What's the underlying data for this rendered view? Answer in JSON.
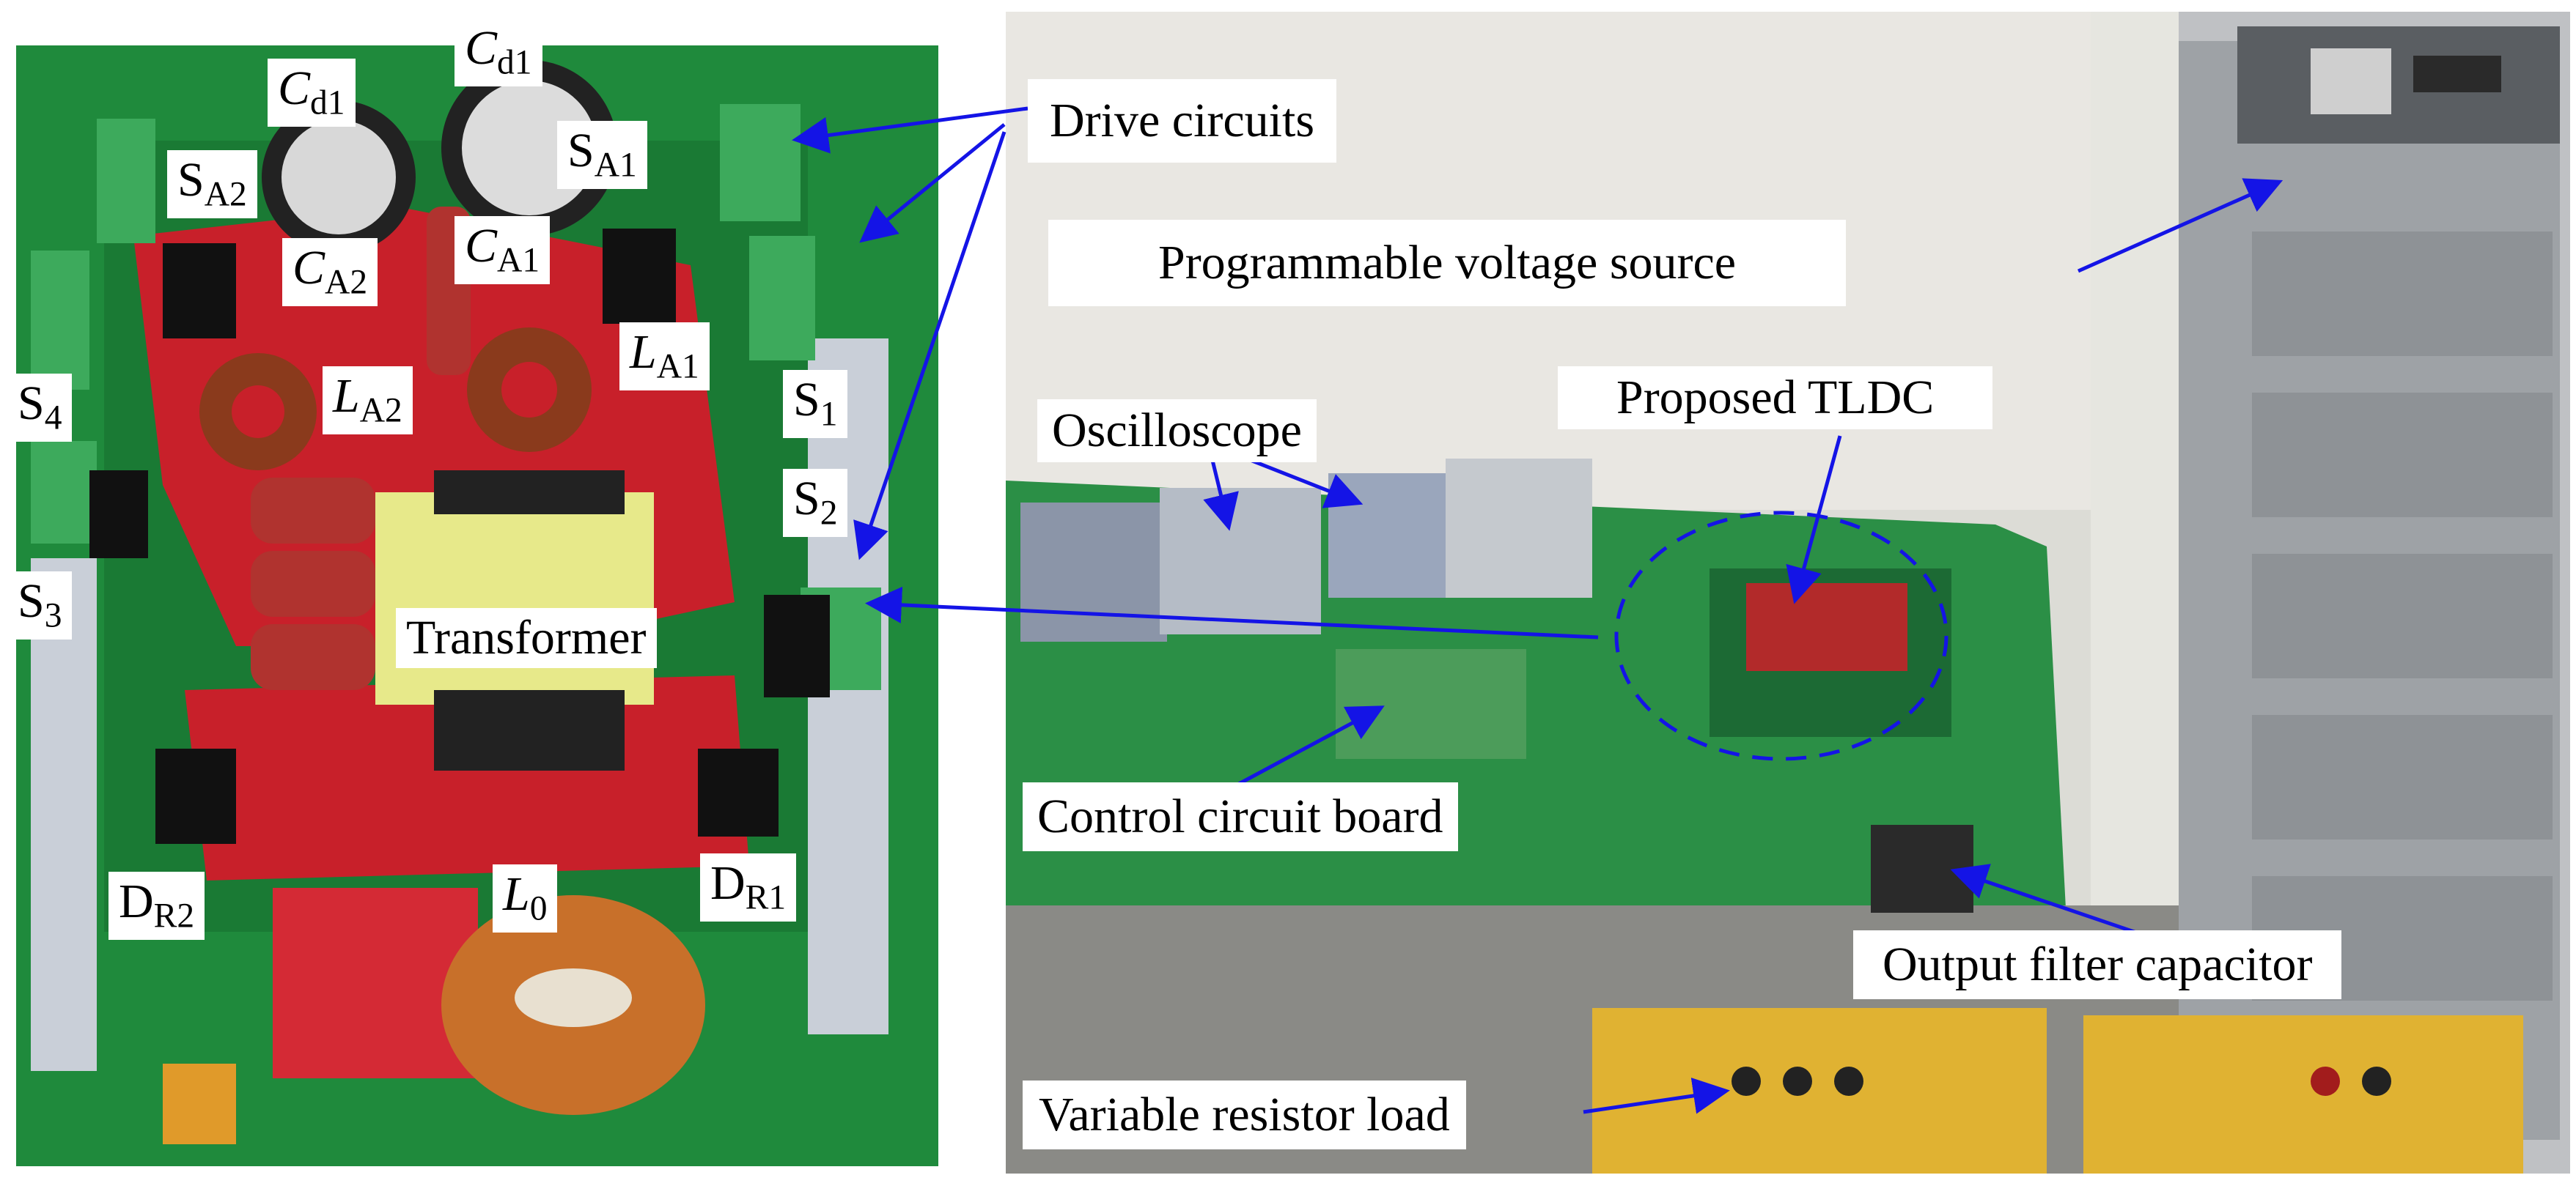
{
  "labels": {
    "cd1_left": {
      "main": "C",
      "sub": "d1"
    },
    "cd1_top": {
      "main": "C",
      "sub": "d1"
    },
    "sa1": {
      "main": "S",
      "sub": "A1"
    },
    "sa2": {
      "main": "S",
      "sub": "A2"
    },
    "ca2": {
      "main": "C",
      "sub": "A2"
    },
    "ca1": {
      "main": "C",
      "sub": "A1"
    },
    "la1": {
      "main": "L",
      "sub": "A1"
    },
    "la2": {
      "main": "L",
      "sub": "A2"
    },
    "s4": {
      "main": "S",
      "sub": "4"
    },
    "s1": {
      "main": "S",
      "sub": "1"
    },
    "s2": {
      "main": "S",
      "sub": "2"
    },
    "s3": {
      "main": "S",
      "sub": "3"
    },
    "transformer": "Transformer",
    "dr2": {
      "main": "D",
      "sub": "R2"
    },
    "l0": {
      "main": "L",
      "sub": "0"
    },
    "dr1": {
      "main": "D",
      "sub": "R1"
    },
    "drive_circuits": "Drive circuits",
    "programmable_voltage_source": "Programmable voltage source",
    "proposed_tldc": "Proposed TLDC",
    "oscilloscope": "Oscilloscope",
    "control_circuit_board": "Control circuit board",
    "output_filter_capacitor": "Output filter capacitor",
    "variable_resistor_load": "Variable resistor load"
  },
  "colors": {
    "arrow": "#1414e6",
    "pcb_green": "#1f8a3c",
    "insulation_red": "#c8202a",
    "copper": "#c8702a"
  }
}
